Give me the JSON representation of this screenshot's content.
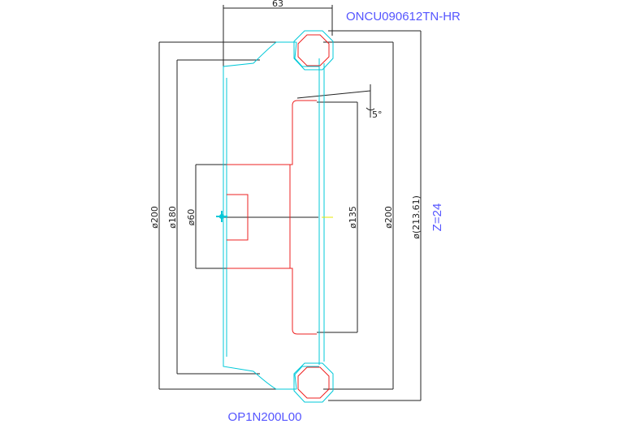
{
  "labels": {
    "insert_code": "ONCU090612TN-HR",
    "cutter_code": "OP1N200L00",
    "teeth": "Z=24"
  },
  "dimensions": {
    "width_63": "63",
    "dia_200_outer": "ø200",
    "dia_180": "ø180",
    "dia_60": "ø60",
    "dia_135": "ø135",
    "dia_200_inner": "ø200",
    "dia_213": "ø(213.61)",
    "angle_5": "5°"
  },
  "colors": {
    "background": "#ffffff",
    "dimension_line": "#222222",
    "body_outline": "#00c8d8",
    "hub_outline": "#ee2020",
    "label_text": "#5555ff",
    "centre_mark": "#00c8d8",
    "centre_tick": "#e8e800"
  }
}
